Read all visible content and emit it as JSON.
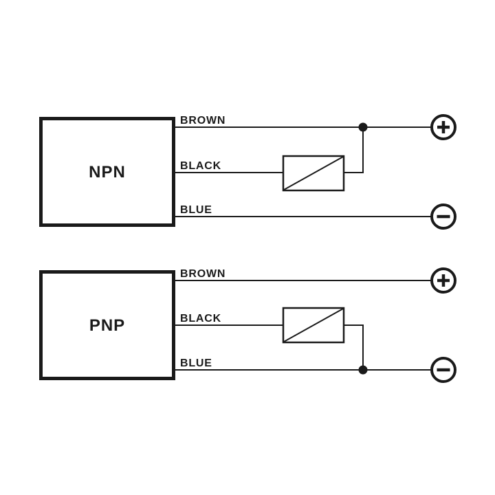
{
  "colors": {
    "ink": "#1a1a1a",
    "background": "#ffffff"
  },
  "icons": {
    "positive_terminal": "plus-circle-icon",
    "negative_terminal": "minus-circle-icon",
    "junction": "junction-dot-icon",
    "load": "load-symbol-icon"
  },
  "diagrams": [
    {
      "device_label": "NPN",
      "wires": [
        {
          "label": "BROWN",
          "terminal_sign": "+"
        },
        {
          "label": "BLACK"
        },
        {
          "label": "BLUE",
          "terminal_sign": "−"
        }
      ]
    },
    {
      "device_label": "PNP",
      "wires": [
        {
          "label": "BROWN",
          "terminal_sign": "+"
        },
        {
          "label": "BLACK"
        },
        {
          "label": "BLUE",
          "terminal_sign": "−"
        }
      ]
    }
  ]
}
